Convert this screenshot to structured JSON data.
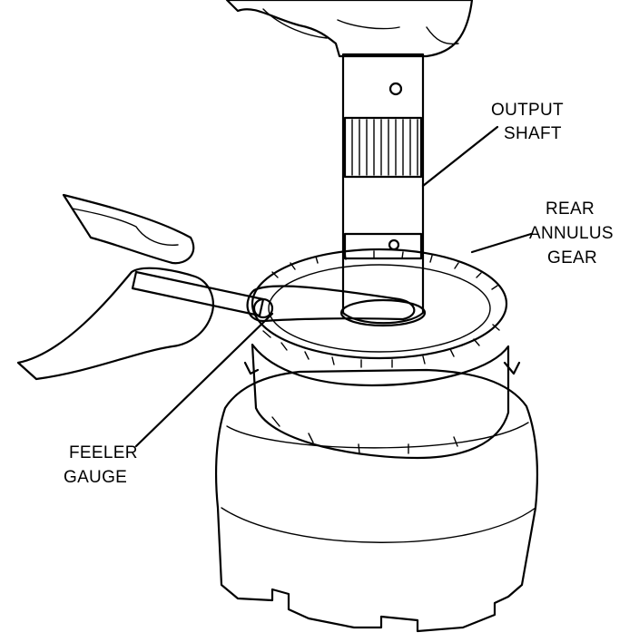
{
  "labels": {
    "output_shaft": [
      "OUTPUT",
      "SHAFT"
    ],
    "rear_annulus_gear": [
      "REAR",
      "ANNULUS",
      "GEAR"
    ],
    "feeler_gauge": [
      "FEELER",
      "GAUGE"
    ]
  },
  "colors": {
    "ink": "#000000",
    "paper": "#ffffff"
  }
}
